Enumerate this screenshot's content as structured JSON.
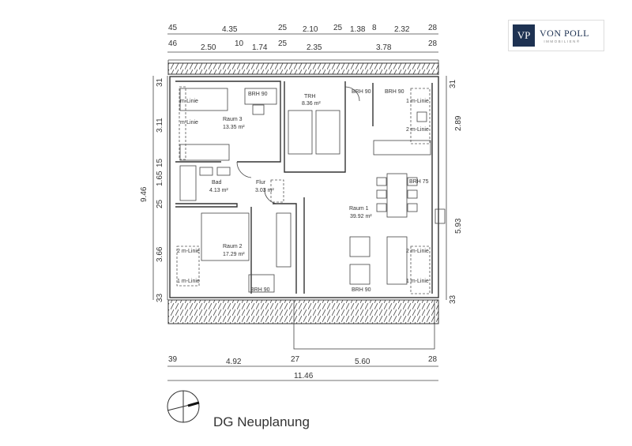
{
  "logo": {
    "mark": "VP",
    "name": "VON POLL",
    "sub": "IMMOBILIEN®"
  },
  "title": "DG Neuplanung",
  "dims_top_1": [
    "45",
    "4.35",
    "25",
    "2.10",
    "25",
    "1.38",
    "8",
    "2.32",
    "28"
  ],
  "dims_top_2": [
    "46",
    "2.50",
    "10",
    "1.74",
    "25",
    "2.35",
    "3.78",
    "28"
  ],
  "dims_left": [
    "31",
    "3.11",
    "15",
    "1.65",
    "25",
    "3.66",
    "33"
  ],
  "dims_left_total": "9.46",
  "dims_right": [
    "31",
    "2.89",
    "5.93",
    "33"
  ],
  "dims_bottom": [
    "39",
    "4.92",
    "27",
    "5.60",
    "28"
  ],
  "dims_bottom_total": "11.46",
  "rooms": [
    {
      "name": "Raum 3",
      "area": "13.35 m²"
    },
    {
      "name": "TRH",
      "area": "8.36 m²"
    },
    {
      "name": "Bad",
      "area": "4.13 m²"
    },
    {
      "name": "Flur",
      "area": "3.03 m²"
    },
    {
      "name": "Raum 2",
      "area": "17.29 m²"
    },
    {
      "name": "Raum 1",
      "area": "39.92 m²"
    }
  ],
  "notes": {
    "brh90": "BRH 90",
    "brh75": "BRH 75",
    "m1": "1 m-Linie",
    "m2": "2 m-Linie",
    "m1b": "m-Linie"
  }
}
